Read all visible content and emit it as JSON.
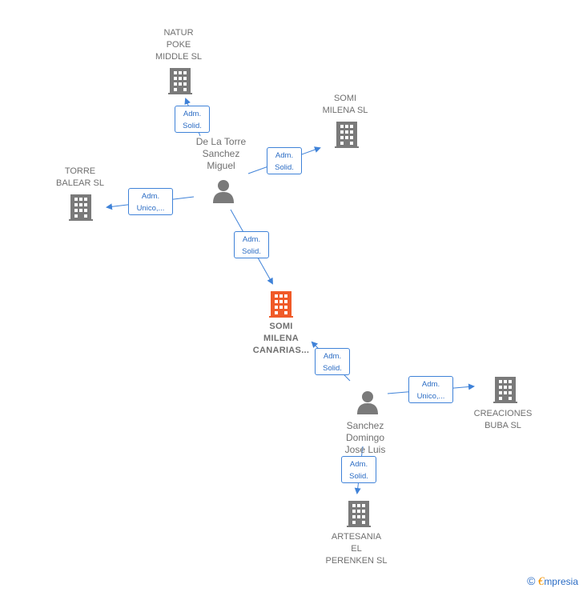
{
  "colors": {
    "building": "#7a7a7a",
    "building_main": "#f05a28",
    "person": "#7a7a7a",
    "edge": "#3f82d8",
    "text": "#6f6f6f"
  },
  "companies": {
    "natur": "NATUR\nPOKE\nMIDDLE SL",
    "somi_milena": "SOMI\nMILENA SL",
    "torre_balear": "TORRE\nBALEAR SL",
    "main": "SOMI\nMILENA\nCANARIAS...",
    "creaciones": "CREACIONES\nBUBA SL",
    "artesania": "ARTESANIA\nEL\nPERENKEN SL"
  },
  "persons": {
    "de_la_torre": "De La Torre\nSanchez\nMiguel",
    "sanchez_domingo": "Sanchez\nDomingo\nJose Luis"
  },
  "edges": {
    "e1": "Adm.\nSolid.",
    "e2": "Adm.\nSolid.",
    "e3": "Adm.\nUnico,...",
    "e4": "Adm.\nSolid.",
    "e5": "Adm.\nSolid.",
    "e6": "Adm.\nUnico,...",
    "e7": "Adm.\nSolid."
  },
  "footer": {
    "copyright": "©",
    "brand_initial": "€",
    "brand_rest": "mpresia"
  }
}
